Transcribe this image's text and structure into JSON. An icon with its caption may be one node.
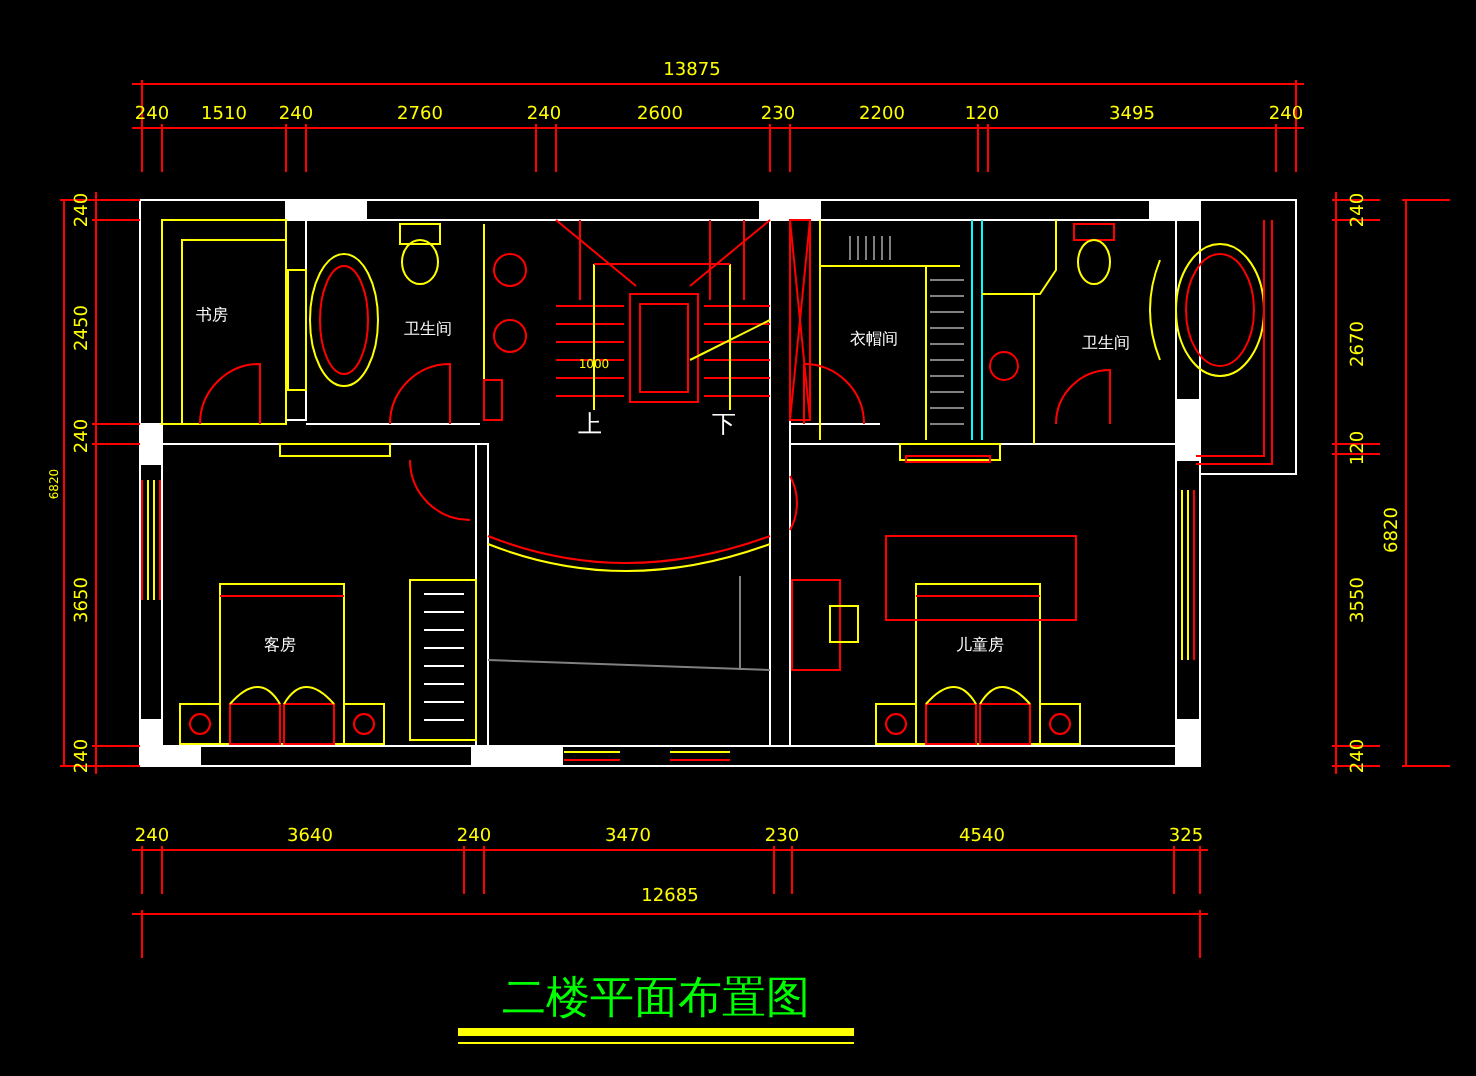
{
  "diagram": {
    "title": "二楼平面布置图",
    "labels": [
      "13875",
      "240",
      "1510",
      "240",
      "2760",
      "240",
      "2600",
      "230",
      "2200",
      "120",
      "3495",
      "240",
      "240",
      "2450",
      "240",
      "3650",
      "240",
      "6820",
      "240",
      "2670",
      "120",
      "3550",
      "240",
      "6820",
      "书房",
      "卫生间",
      "1000",
      "上",
      "下",
      "衣帽间",
      "卫生间",
      "客房",
      "儿童房",
      "240",
      "3640",
      "240",
      "3470",
      "230",
      "4540",
      "325",
      "12685"
    ]
  }
}
